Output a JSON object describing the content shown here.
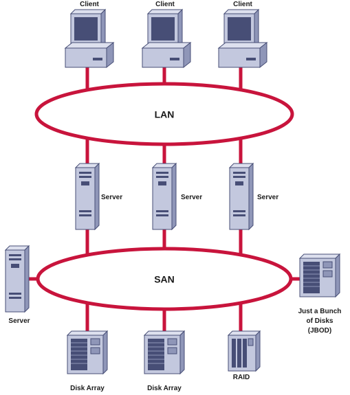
{
  "networks": {
    "lan": {
      "label": "LAN"
    },
    "san": {
      "label": "SAN"
    }
  },
  "clients": [
    {
      "label": "Client"
    },
    {
      "label": "Client"
    },
    {
      "label": "Client"
    }
  ],
  "servers": [
    {
      "label": "Server"
    },
    {
      "label": "Server"
    },
    {
      "label": "Server"
    }
  ],
  "side_server": {
    "label": "Server"
  },
  "storage": {
    "disk_array_1": {
      "label": "Disk Array"
    },
    "disk_array_2": {
      "label": "Disk Array"
    },
    "raid": {
      "label": "RAID"
    },
    "jbod": {
      "label_lines": [
        "Just a Bunch",
        "of Disks",
        "(JBOD)"
      ]
    }
  },
  "colors": {
    "link": "#c8143c",
    "ellipse_stroke": "#c8143c",
    "device_light": "#c3c8de",
    "device_mid": "#8f96b8",
    "device_dark": "#474e76",
    "screen": "#474e76"
  }
}
